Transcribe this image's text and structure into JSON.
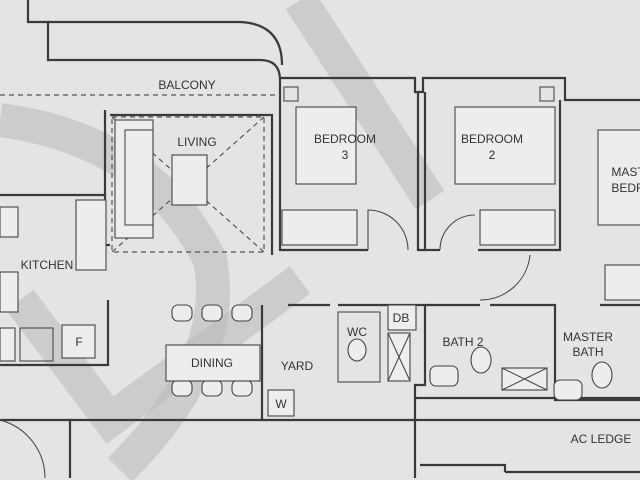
{
  "plan": {
    "rooms": {
      "balcony": "BALCONY",
      "living": "LIVING",
      "bedroom3_line1": "BEDROOM",
      "bedroom3_line2": "3",
      "bedroom2_line1": "BEDROOM",
      "bedroom2_line2": "2",
      "master_line1": "MAST",
      "master_line2": "BEDR",
      "kitchen": "KITCHEN",
      "dining": "DINING",
      "yard": "YARD",
      "wc": "WC",
      "db": "DB",
      "bath2": "BATH 2",
      "master_bath_line1": "MASTER",
      "master_bath_line2": "BATH",
      "ac_ledge": "AC LEDGE"
    },
    "fixtures": {
      "fridge": "F",
      "washer": "W"
    },
    "colors": {
      "background": "#e4e4e4",
      "walls": "#3a3a3a",
      "watermark": "#b8b8b8"
    }
  }
}
